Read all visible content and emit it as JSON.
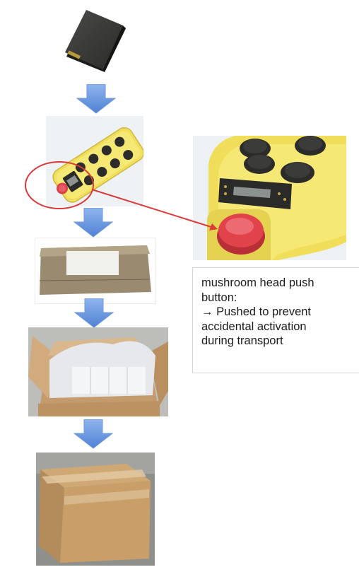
{
  "callout": {
    "text": "mushroom head push\nbutton:\n→ Pushed to prevent\naccidental activation\nduring transport"
  },
  "colors": {
    "flow_arrow": "#5b8fd9",
    "callout_line": "#d93a3a",
    "pendant_body": "#f2e15e",
    "estop_red": "#e0444a",
    "cardboard": "#c9a57a"
  },
  "steps": [
    {
      "id": "step-1",
      "icon": "battery-pack-photo"
    },
    {
      "id": "step-2",
      "icon": "pendant-control-photo"
    },
    {
      "id": "step-3",
      "icon": "small-box-photo"
    },
    {
      "id": "step-4",
      "icon": "open-box-photo"
    },
    {
      "id": "step-5",
      "icon": "sealed-box-photo"
    }
  ],
  "zoom": {
    "icon": "pendant-closeup-photo"
  }
}
